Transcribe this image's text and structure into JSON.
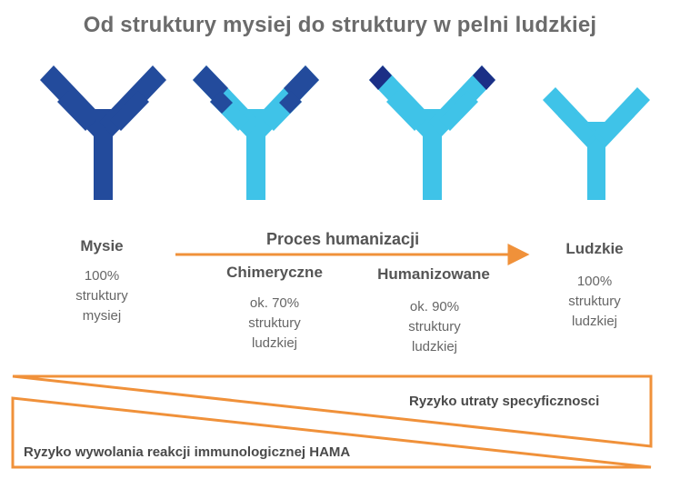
{
  "title": "Od struktury mysiej do struktury w pelni ludzkiej",
  "colors": {
    "mouse": "#234b9c",
    "human": "#3fc3e8",
    "dark_tip": "#1b2f86",
    "accent": "#f0913a"
  },
  "process_label": "Proces humanizacji",
  "antibodies": [
    {
      "name": "Mysie",
      "description": [
        "100%",
        "struktury",
        "mysiej"
      ]
    },
    {
      "name": "Chimeryczne",
      "description": [
        "ok. 70%",
        "struktury",
        "ludzkiej"
      ]
    },
    {
      "name": "Humanizowane",
      "description": [
        "ok. 90%",
        "struktury",
        "ludzkiej"
      ]
    },
    {
      "name": "Ludzkie",
      "description": [
        "100%",
        "struktury",
        "ludzkiej"
      ]
    }
  ],
  "risks": {
    "specificity_loss": "Ryzyko utraty specyficznosci",
    "hama_reaction": "Ryzyko wywolania reakcji immunologicznej HAMA"
  }
}
